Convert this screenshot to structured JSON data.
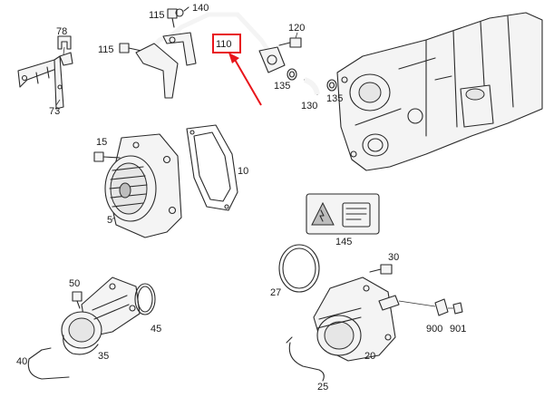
{
  "callouts": [
    {
      "id": "78",
      "text": "78"
    },
    {
      "id": "115a",
      "text": "115"
    },
    {
      "id": "140",
      "text": "140"
    },
    {
      "id": "115b",
      "text": "115"
    },
    {
      "id": "110",
      "text": "110"
    },
    {
      "id": "120",
      "text": "120"
    },
    {
      "id": "73",
      "text": "73"
    },
    {
      "id": "135a",
      "text": "135"
    },
    {
      "id": "135b",
      "text": "135"
    },
    {
      "id": "130",
      "text": "130"
    },
    {
      "id": "15",
      "text": "15"
    },
    {
      "id": "10",
      "text": "10"
    },
    {
      "id": "5",
      "text": "5"
    },
    {
      "id": "145",
      "text": "145"
    },
    {
      "id": "30",
      "text": "30"
    },
    {
      "id": "27",
      "text": "27"
    },
    {
      "id": "50",
      "text": "50"
    },
    {
      "id": "45",
      "text": "45"
    },
    {
      "id": "900",
      "text": "900"
    },
    {
      "id": "901",
      "text": "901"
    },
    {
      "id": "40",
      "text": "40"
    },
    {
      "id": "35",
      "text": "35"
    },
    {
      "id": "20",
      "text": "20"
    },
    {
      "id": "25",
      "text": "25"
    }
  ],
  "highlight": {
    "callout": "110",
    "color": "#e8151b"
  }
}
